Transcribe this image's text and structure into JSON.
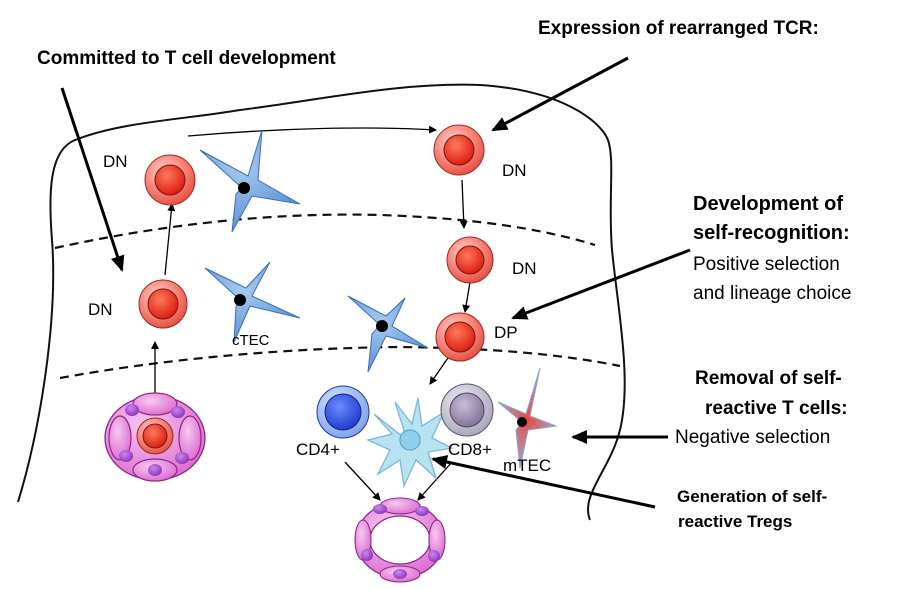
{
  "annotations": {
    "committed": "Committed to T cell development",
    "expression": "Expression of rearranged TCR:",
    "development_title_1": "Development of",
    "development_title_2": "self-recognition:",
    "positive_1": "Positive selection",
    "positive_2": "and lineage choice",
    "removal_1": "Removal of self-",
    "removal_2": "reactive T cells:",
    "negative": "Negative selection",
    "tregs_1": "Generation of self-",
    "tregs_2": "reactive Tregs"
  },
  "cell_labels": {
    "dn_top_left": "DN",
    "dn_mid_left": "DN",
    "dn_top_right": "DN",
    "dn_mid_right": "DN",
    "dp": "DP",
    "ctec": "cTEC",
    "cd4": "CD4+",
    "cd8": "CD8+",
    "mtec": "mTEC"
  },
  "colors": {
    "thymocyte": "#e8352e",
    "tec": "#5b9bd5",
    "cd4": "#2a4fd0",
    "cd8": "#8a7ea0",
    "dendritic": "#a8dcef",
    "nurse_cell": "#e070d0",
    "mtec": "#d94a4a"
  }
}
